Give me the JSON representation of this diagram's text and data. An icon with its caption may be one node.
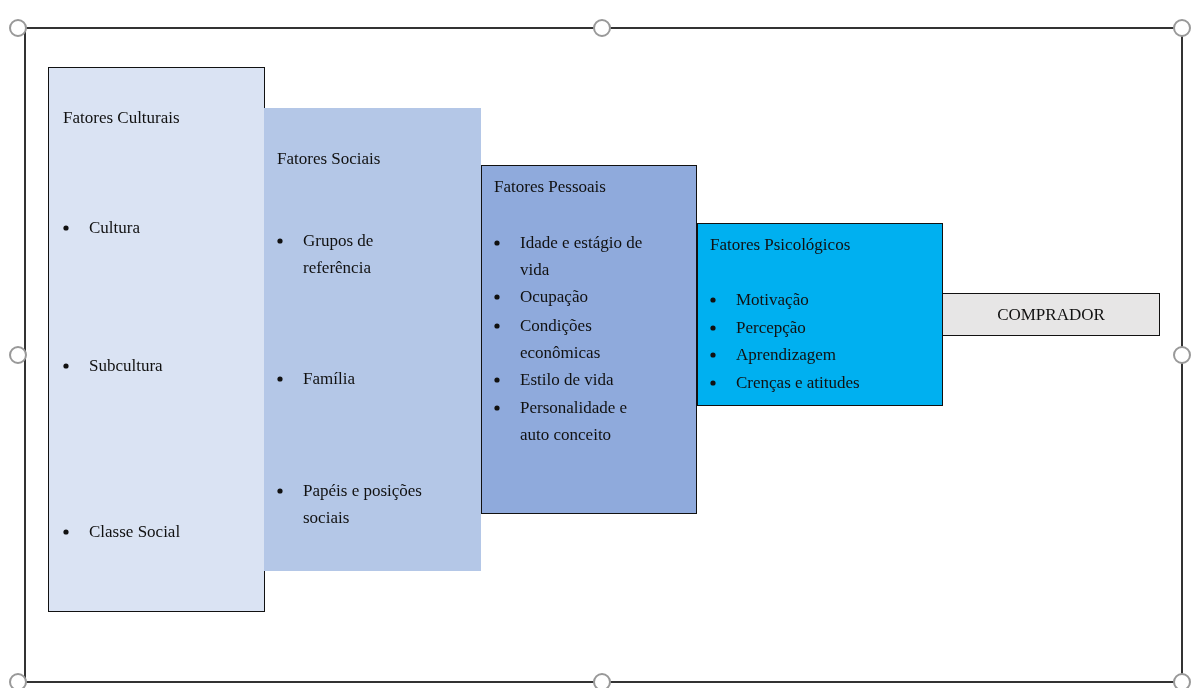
{
  "diagram": {
    "nodes": [
      {
        "text": [
          "Fatores Culturais",
          "Cultura",
          "Subcultura",
          "Classe Social"
        ]
      },
      {
        "text": [
          "Fatores Sociais",
          "Grupos de referência",
          "Família",
          "Papéis e posições sociais"
        ]
      },
      {
        "text": [
          "Fatores Pessoais",
          "Idade e estágio de vida",
          "Ocupação",
          "Condições econômicas",
          "Estilo de vida",
          "Personalidade e auto conceito"
        ]
      },
      {
        "text": [
          "Fatores Psicológicos",
          "Motivação",
          "Percepção",
          "Aprendizagem",
          "Crenças e atitudes"
        ]
      },
      {
        "text": [
          "COMPRADOR"
        ]
      }
    ]
  }
}
